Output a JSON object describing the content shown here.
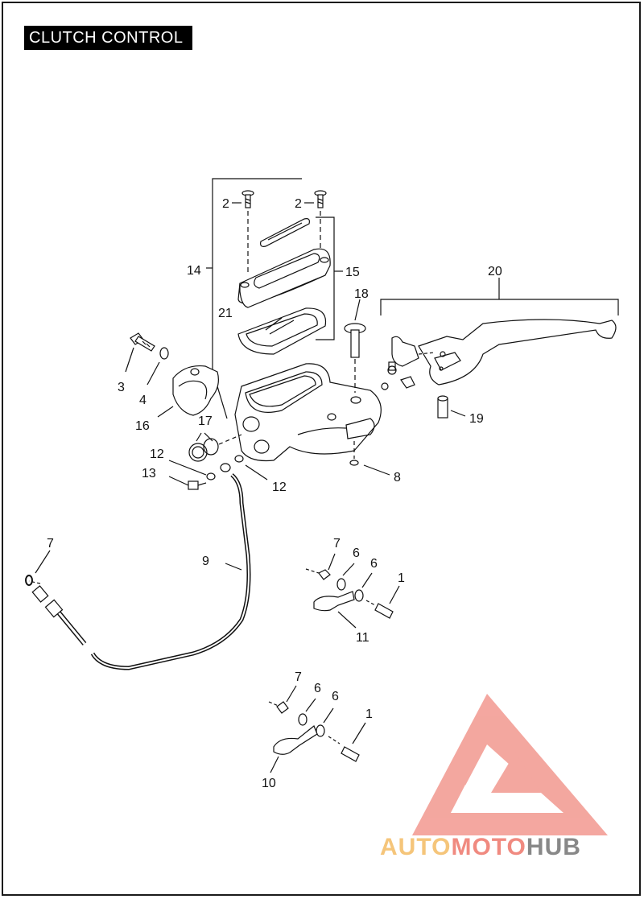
{
  "title": "CLUTCH CONTROL",
  "callouts": [
    {
      "id": "c2a",
      "text": "2"
    },
    {
      "id": "c2b",
      "text": "2"
    },
    {
      "id": "c14",
      "text": "14"
    },
    {
      "id": "c15",
      "text": "15"
    },
    {
      "id": "c18",
      "text": "18"
    },
    {
      "id": "c20",
      "text": "20"
    },
    {
      "id": "c21",
      "text": "21"
    },
    {
      "id": "c3",
      "text": "3"
    },
    {
      "id": "c4",
      "text": "4"
    },
    {
      "id": "c16",
      "text": "16"
    },
    {
      "id": "c17",
      "text": "17"
    },
    {
      "id": "c19",
      "text": "19"
    },
    {
      "id": "c12a",
      "text": "12"
    },
    {
      "id": "c13",
      "text": "13"
    },
    {
      "id": "c12b",
      "text": "12"
    },
    {
      "id": "c8",
      "text": "8"
    },
    {
      "id": "c7a",
      "text": "7"
    },
    {
      "id": "c9",
      "text": "9"
    },
    {
      "id": "c7b",
      "text": "7"
    },
    {
      "id": "c6a",
      "text": "6"
    },
    {
      "id": "c6b",
      "text": "6"
    },
    {
      "id": "c1a",
      "text": "1"
    },
    {
      "id": "c11",
      "text": "11"
    },
    {
      "id": "c7c",
      "text": "7"
    },
    {
      "id": "c6c",
      "text": "6"
    },
    {
      "id": "c6d",
      "text": "6"
    },
    {
      "id": "c1b",
      "text": "1"
    },
    {
      "id": "c10",
      "text": "10"
    }
  ],
  "watermark": {
    "part1": "AUTO",
    "part2": "MOTO",
    "part3": "HUB",
    "color1": "#f5c57a",
    "color2": "#f08a80",
    "color3": "#888888",
    "logo_color": "#f08a80"
  }
}
